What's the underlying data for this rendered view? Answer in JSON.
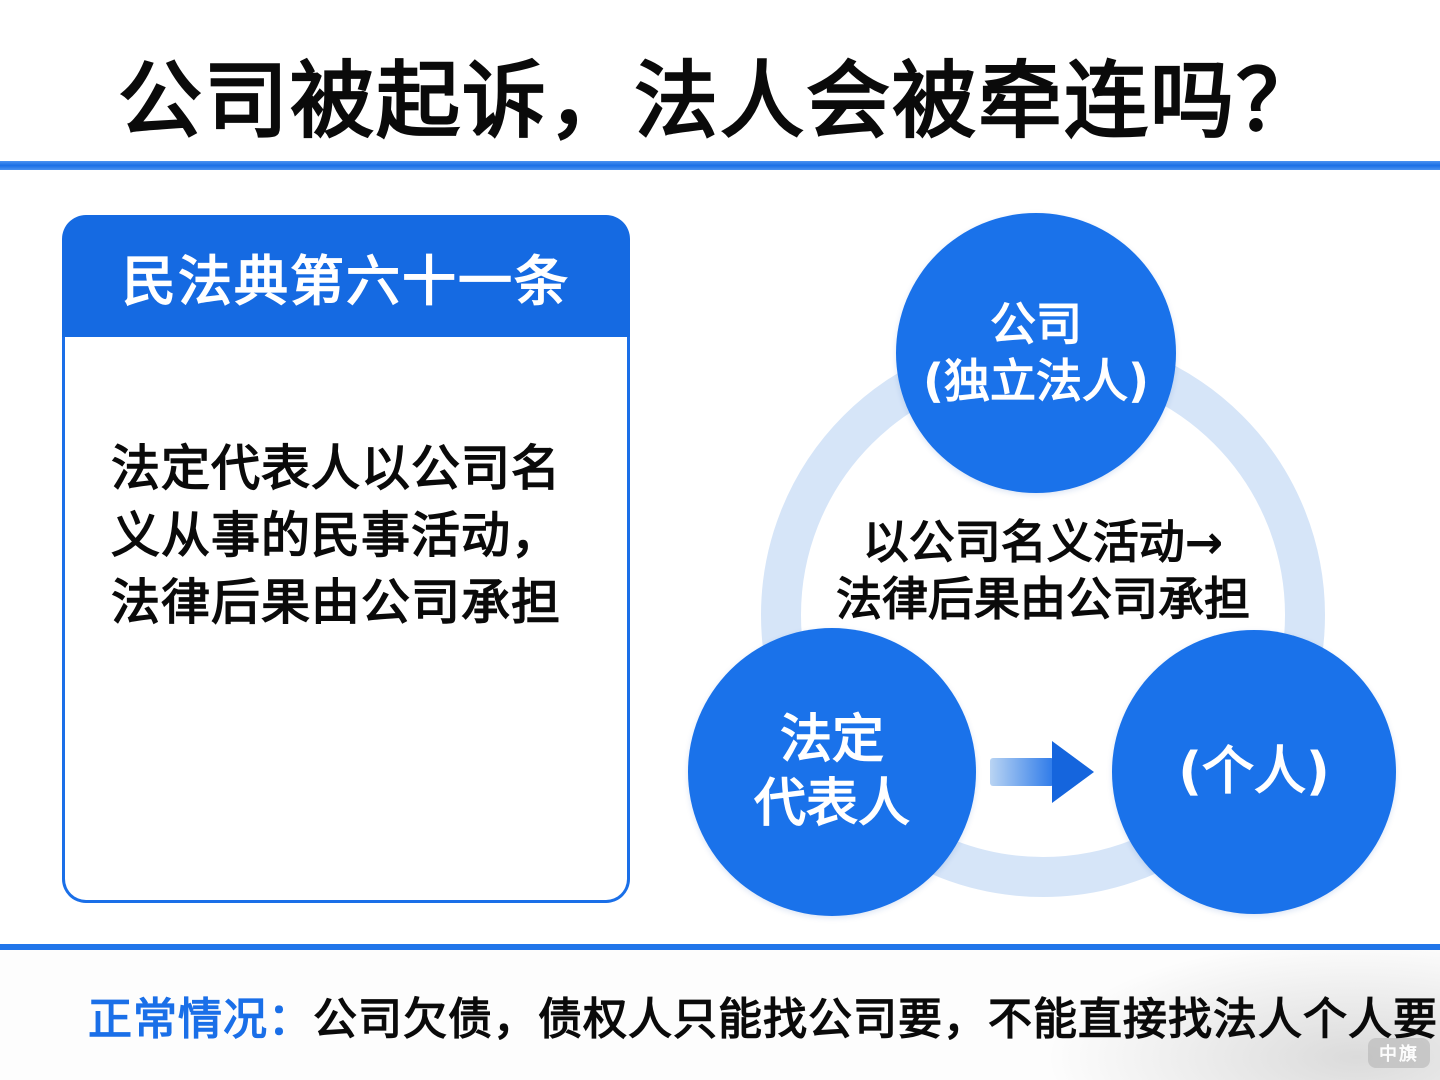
{
  "title": "公司被起诉，法人会被牵连吗？",
  "colors": {
    "accent_blue": "#1a6fe8",
    "divider_blue": "#2176ea",
    "ring_light_blue": "#d6e5f8",
    "text_black": "#0a0a0a",
    "circle_text_white": "#ffffff"
  },
  "law_card": {
    "header": "民法典第六十一条",
    "body_lines": [
      "法定代表人以公司名",
      "义从事的民事活动，",
      "法律后果由公司承担"
    ]
  },
  "diagram": {
    "company_circle": {
      "line1": "公司",
      "line2": "(独立法人)"
    },
    "caption": {
      "line1": "以公司名义活动→",
      "line2": "法律后果由公司承担"
    },
    "rep_circle": {
      "line1": "法定",
      "line2": "代表人"
    },
    "person_circle": {
      "label": "(个人)"
    }
  },
  "footer": {
    "label": "正常情况：",
    "text": "公司欠债，债权人只能找公司要，不能直接找法人个人要"
  },
  "watermark": "中旗"
}
